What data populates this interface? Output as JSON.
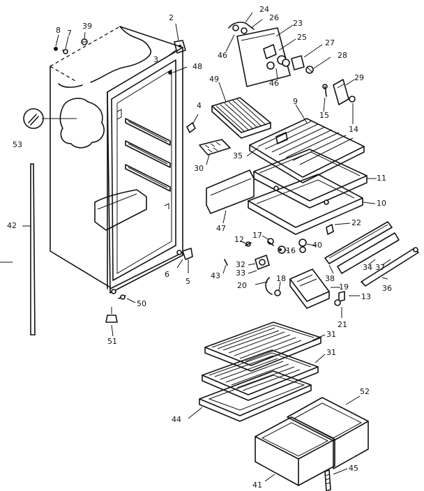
{
  "callouts": {
    "c2": "2",
    "c3": "3",
    "c4": "4",
    "c5": "5",
    "c6": "6",
    "c7": "7",
    "c8": "8",
    "c9": "9",
    "c10": "10",
    "c11": "11",
    "c12": "12",
    "c13": "13",
    "c14": "14",
    "c15": "15",
    "c16": "16",
    "c17": "17",
    "c18": "18",
    "c19": "19",
    "c20": "20",
    "c21": "21",
    "c22": "22",
    "c23": "23",
    "c24": "24",
    "c25": "25",
    "c26": "26",
    "c27": "27",
    "c28": "28",
    "c29": "29",
    "c30": "30",
    "c31a": "31",
    "c31b": "31",
    "c32": "32",
    "c33": "33",
    "c34": "34",
    "c35": "35",
    "c36": "36",
    "c37": "37",
    "c38": "38",
    "c39": "39",
    "c40": "40",
    "c41": "41",
    "c42": "42",
    "c43": "43",
    "c44": "44",
    "c45": "45",
    "c46a": "46",
    "c46b": "46",
    "c47": "47",
    "c48": "48",
    "c49": "49",
    "c50": "50",
    "c51": "51",
    "c52": "52",
    "c53": "53"
  }
}
